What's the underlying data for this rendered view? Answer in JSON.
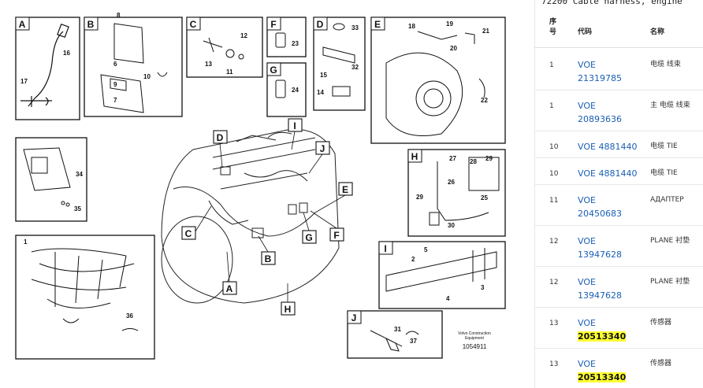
{
  "page_title": "72200 Cable harness, engine",
  "table_headers": {
    "seq_line1": "序",
    "seq_line2": "号",
    "code": "代码",
    "name": "名称"
  },
  "parts": [
    {
      "qty": "1",
      "code_prefix": "VOE",
      "code_number": "21319785",
      "inline": false,
      "highlight": false,
      "name": "电缆 线束"
    },
    {
      "qty": "1",
      "code_prefix": "VOE",
      "code_number": "20893636",
      "inline": false,
      "highlight": false,
      "name": "主 电缆 线束"
    },
    {
      "qty": "10",
      "code_prefix": "VOE",
      "code_number": "4881440",
      "inline": true,
      "highlight": false,
      "name": "电缆 TIE"
    },
    {
      "qty": "10",
      "code_prefix": "VOE",
      "code_number": "4881440",
      "inline": true,
      "highlight": false,
      "name": "电缆 TIE"
    },
    {
      "qty": "11",
      "code_prefix": "VOE",
      "code_number": "20450683",
      "inline": false,
      "highlight": false,
      "name": "АДАПТЕР"
    },
    {
      "qty": "12",
      "code_prefix": "VOE",
      "code_number": "13947628",
      "inline": false,
      "highlight": false,
      "name": "PLANE 衬垫"
    },
    {
      "qty": "12",
      "code_prefix": "VOE",
      "code_number": "13947628",
      "inline": false,
      "highlight": false,
      "name": "PLANE 衬垫"
    },
    {
      "qty": "13",
      "code_prefix": "VOE",
      "code_number": "20513340",
      "inline": false,
      "highlight": true,
      "name": "传感器"
    },
    {
      "qty": "13",
      "code_prefix": "VOE",
      "code_number": "20513340",
      "inline": false,
      "highlight": true,
      "name": "传感器"
    }
  ],
  "diagram": {
    "box_letters": [
      "A",
      "B",
      "C",
      "D",
      "E",
      "F",
      "G",
      "H",
      "I",
      "J"
    ],
    "callouts": [
      "1",
      "2",
      "3",
      "4",
      "5",
      "6",
      "7",
      "8",
      "9",
      "10",
      "11",
      "12",
      "13",
      "14",
      "15",
      "16",
      "17",
      "18",
      "19",
      "20",
      "21",
      "22",
      "23",
      "24",
      "25",
      "26",
      "27",
      "28",
      "29",
      "30",
      "31",
      "32",
      "33",
      "34",
      "35",
      "36",
      "37"
    ],
    "footer_caption_line1": "Volvo Construction",
    "footer_caption_line2": "Equipment",
    "footer_id": "1054911",
    "icons": [
      "engine-diagram",
      "harness-drawing",
      "sensor-drawing"
    ]
  },
  "colors": {
    "link": "#1a5fb4",
    "highlight": "#ffff33",
    "line": "#111111"
  }
}
